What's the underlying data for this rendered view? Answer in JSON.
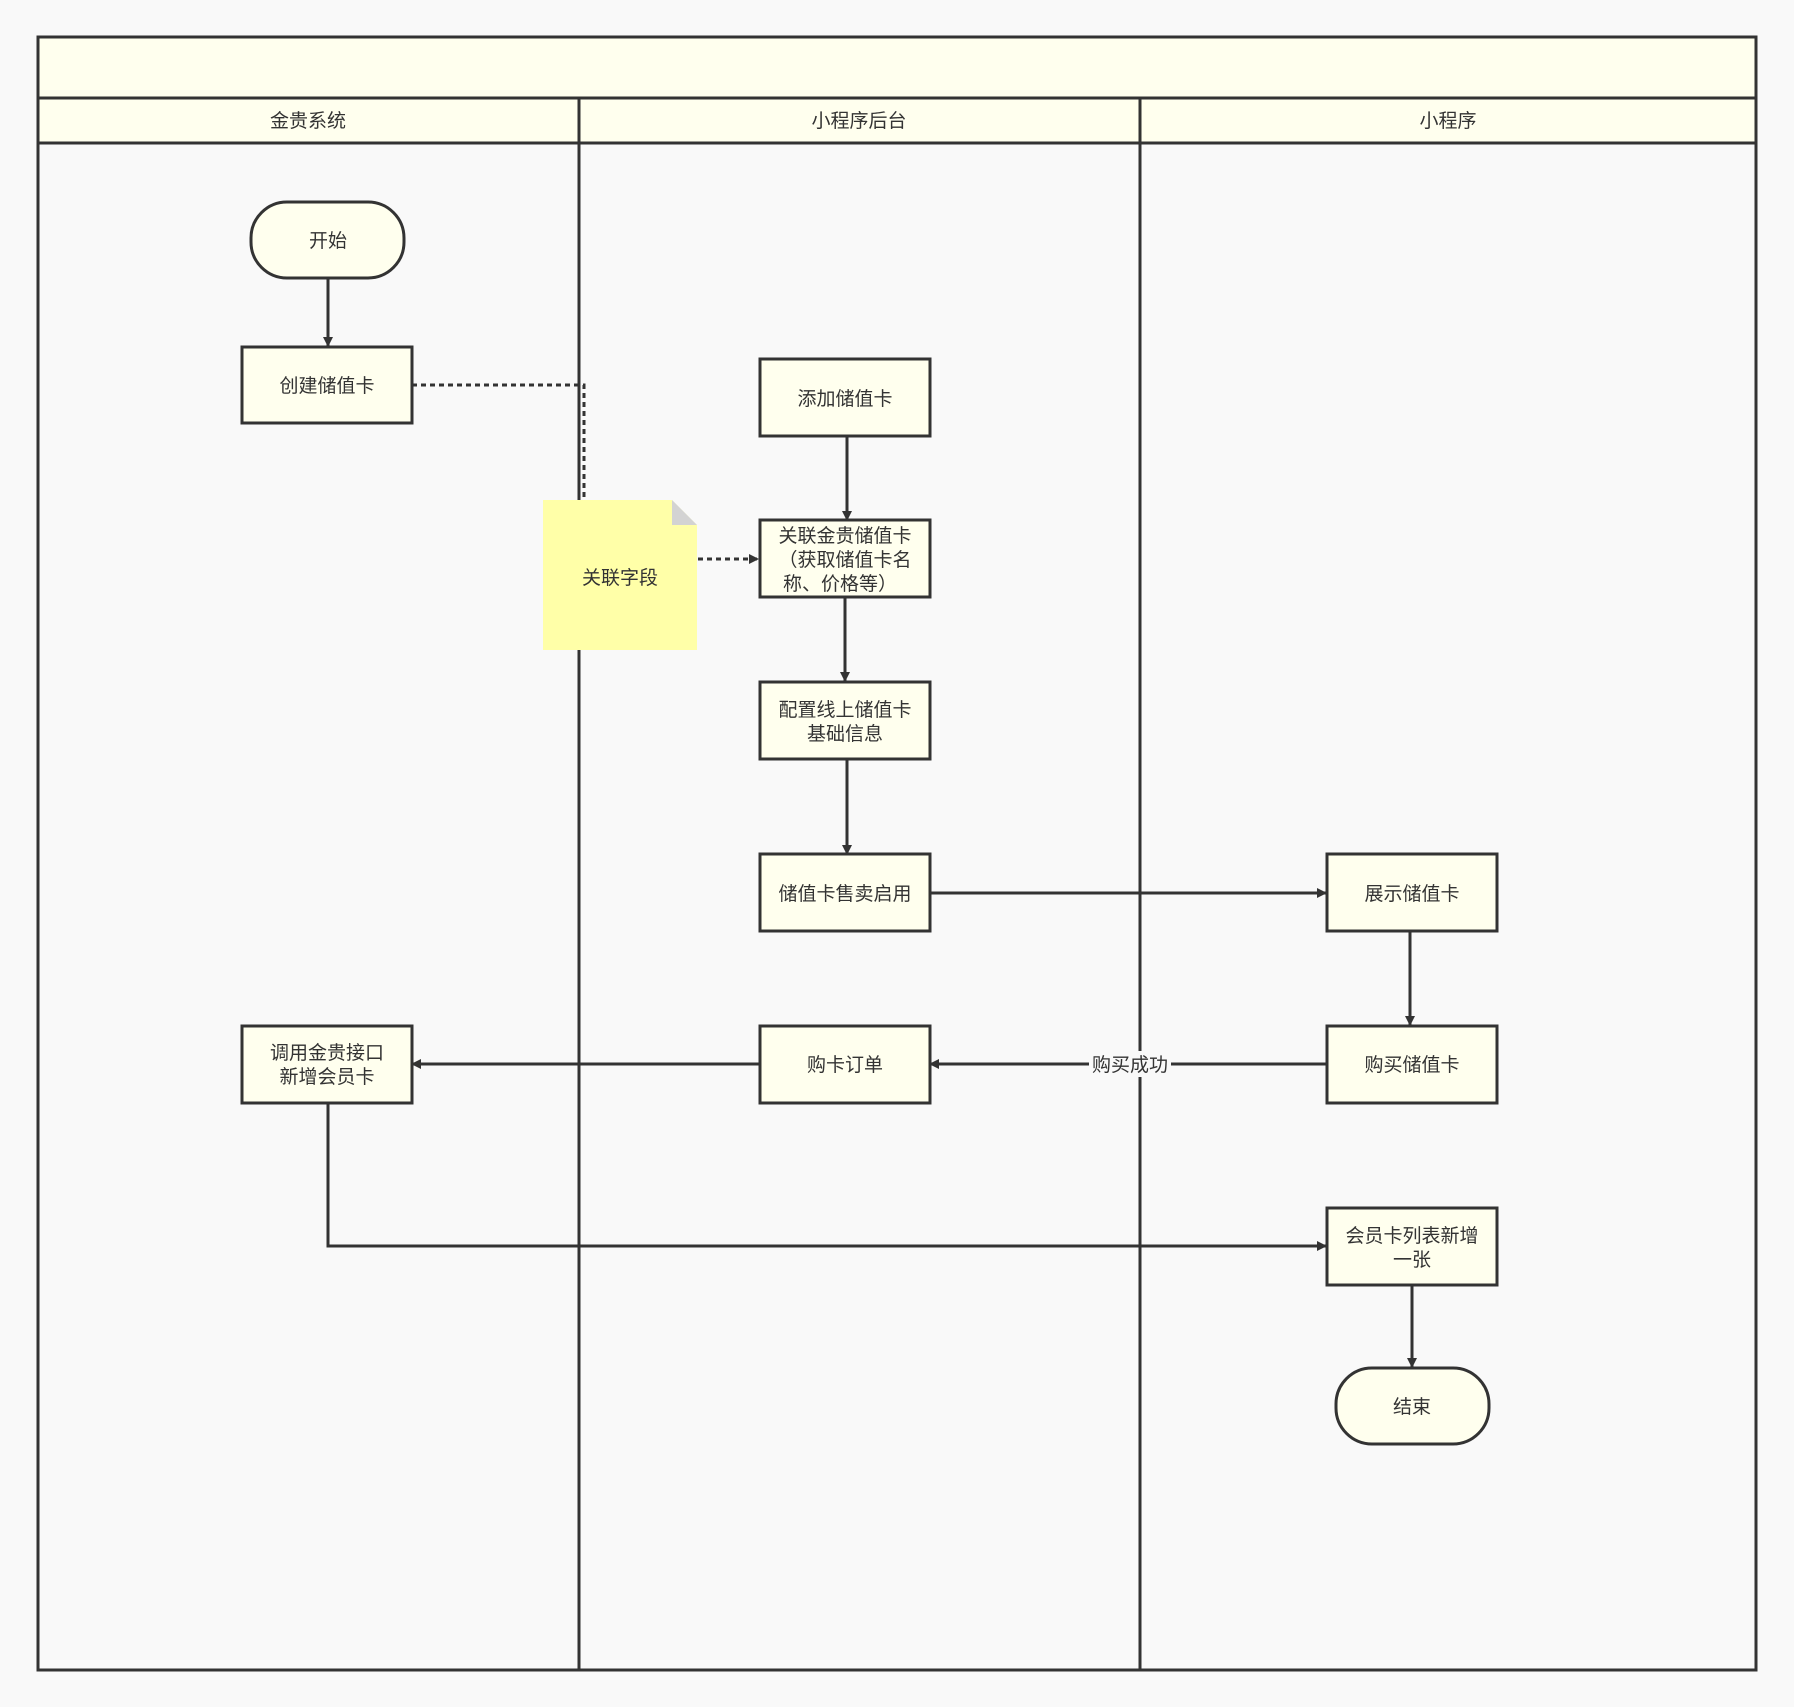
{
  "lanes": [
    {
      "title": "金贵系统"
    },
    {
      "title": "小程序后台"
    },
    {
      "title": "小程序"
    }
  ],
  "nodes": {
    "start": {
      "lines": [
        "开始"
      ]
    },
    "create_card": {
      "lines": [
        "创建储值卡"
      ]
    },
    "add_card": {
      "lines": [
        "添加储值卡"
      ]
    },
    "link_card": {
      "lines": [
        "关联金贵储值卡",
        "（获取储值卡名",
        "称、价格等）"
      ]
    },
    "config_info": {
      "lines": [
        "配置线上储值卡",
        "基础信息"
      ]
    },
    "enable_sale": {
      "lines": [
        "储值卡售卖启用"
      ]
    },
    "show_card": {
      "lines": [
        "展示储值卡"
      ]
    },
    "order": {
      "lines": [
        "购卡订单"
      ]
    },
    "buy_card": {
      "lines": [
        "购买储值卡"
      ]
    },
    "call_api": {
      "lines": [
        "调用金贵接口",
        "新增会员卡"
      ]
    },
    "member_list": {
      "lines": [
        "会员卡列表新增",
        "一张"
      ]
    },
    "end": {
      "lines": [
        "结束"
      ]
    }
  },
  "note": {
    "text": "关联字段"
  },
  "edge_labels": {
    "buy_success": "购买成功"
  },
  "colors": {
    "node_fill": "#ffffee",
    "note_fill": "#ffffa8",
    "note_fold": "#d3d3d3",
    "stroke": "#333333",
    "background": "#f9f9f9"
  }
}
